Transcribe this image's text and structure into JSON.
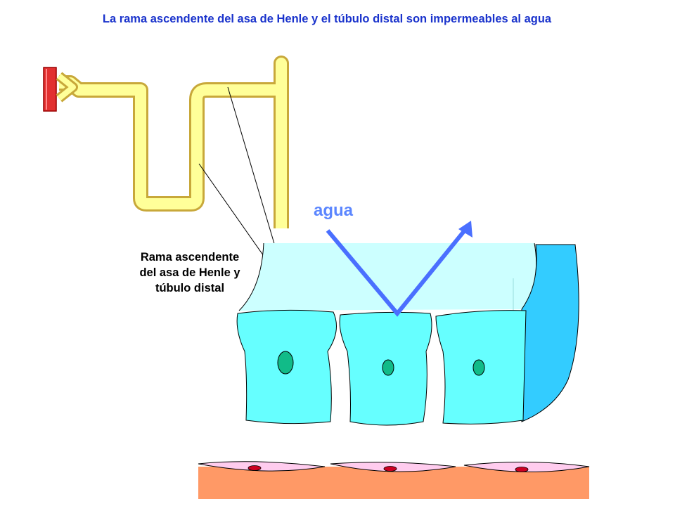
{
  "title": "La rama ascendente del asa de Henle y el túbulo distal son impermeables al agua",
  "water_label": "agua",
  "segment_label": [
    "Rama ascendente",
    "del asa de Henle y",
    "túbulo distal"
  ],
  "colors": {
    "title": "#1a33cc",
    "water": "#5b86ff",
    "tubule_fill": "#ffff99",
    "tubule_stroke": "#c8a83a",
    "lumen": "#ccffff",
    "cell": "#66ffff",
    "nucleus": "#11bb88",
    "interstitium": "#33ccff",
    "capillary_base": "#ff9966",
    "endothelium": "#ffccee",
    "endothelial_nucleus": "#cc0022",
    "glomerulus": "#e23030"
  }
}
